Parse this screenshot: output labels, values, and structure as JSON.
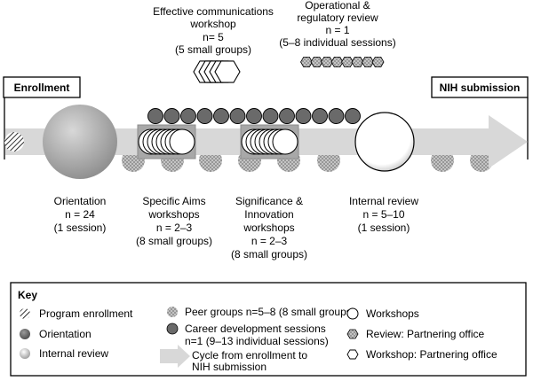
{
  "header": {
    "enrollment": "Enrollment",
    "nih": "NIH submission"
  },
  "top_labels": {
    "communications": [
      "Effective communications",
      "workshop",
      "n= 5",
      "(5 small groups)"
    ],
    "operational": [
      "Operational &",
      "regulatory review",
      "n = 1",
      "(5–8 individual sessions)"
    ]
  },
  "stages": [
    {
      "lines": [
        "Orientation",
        "n = 24",
        "(1 session)"
      ]
    },
    {
      "lines": [
        "Specific Aims",
        "workshops",
        "n = 2–3",
        "(8 small groups)"
      ]
    },
    {
      "lines": [
        "Significance &",
        "Innovation",
        "workshops",
        "n = 2–3",
        "(8 small groups)"
      ]
    },
    {
      "lines": [
        "Internal review",
        "n = 5–10",
        "(1 session)"
      ]
    }
  ],
  "key": {
    "title": "Key",
    "items": {
      "program_enrollment": "Program enrollment",
      "orientation": "Orientation",
      "internal_review": "Internal review",
      "peer_groups": "Peer groups n=5–8 (8 small groups)",
      "career_dev": [
        "Career development sessions",
        "n=1 (9–13 individual sessions)"
      ],
      "cycle": [
        "Cycle from enrollment to",
        "NIH submission"
      ],
      "workshops": "Workshops",
      "review_partnering": "Review: Partnering office",
      "workshop_partnering": "Workshop: Partnering office"
    }
  },
  "colors": {
    "arrow": "#d8d8d8",
    "career_dot": "#6a6a6a",
    "orientation": "#a0a0a0",
    "peer": "#bdbdbd",
    "frame": "#8c8c8c"
  }
}
